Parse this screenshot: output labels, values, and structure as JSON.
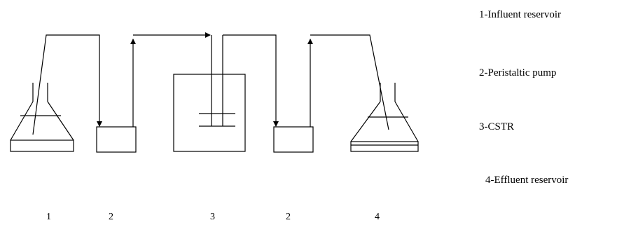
{
  "legend": [
    {
      "text": "1-Influent reservoir"
    },
    {
      "text": "2-Peristaltic pump"
    },
    {
      "text": "3-CSTR"
    },
    {
      "text": "4-Effluent reservoir"
    }
  ],
  "unit_labels": [
    "1",
    "2",
    "3",
    "2",
    "4"
  ]
}
